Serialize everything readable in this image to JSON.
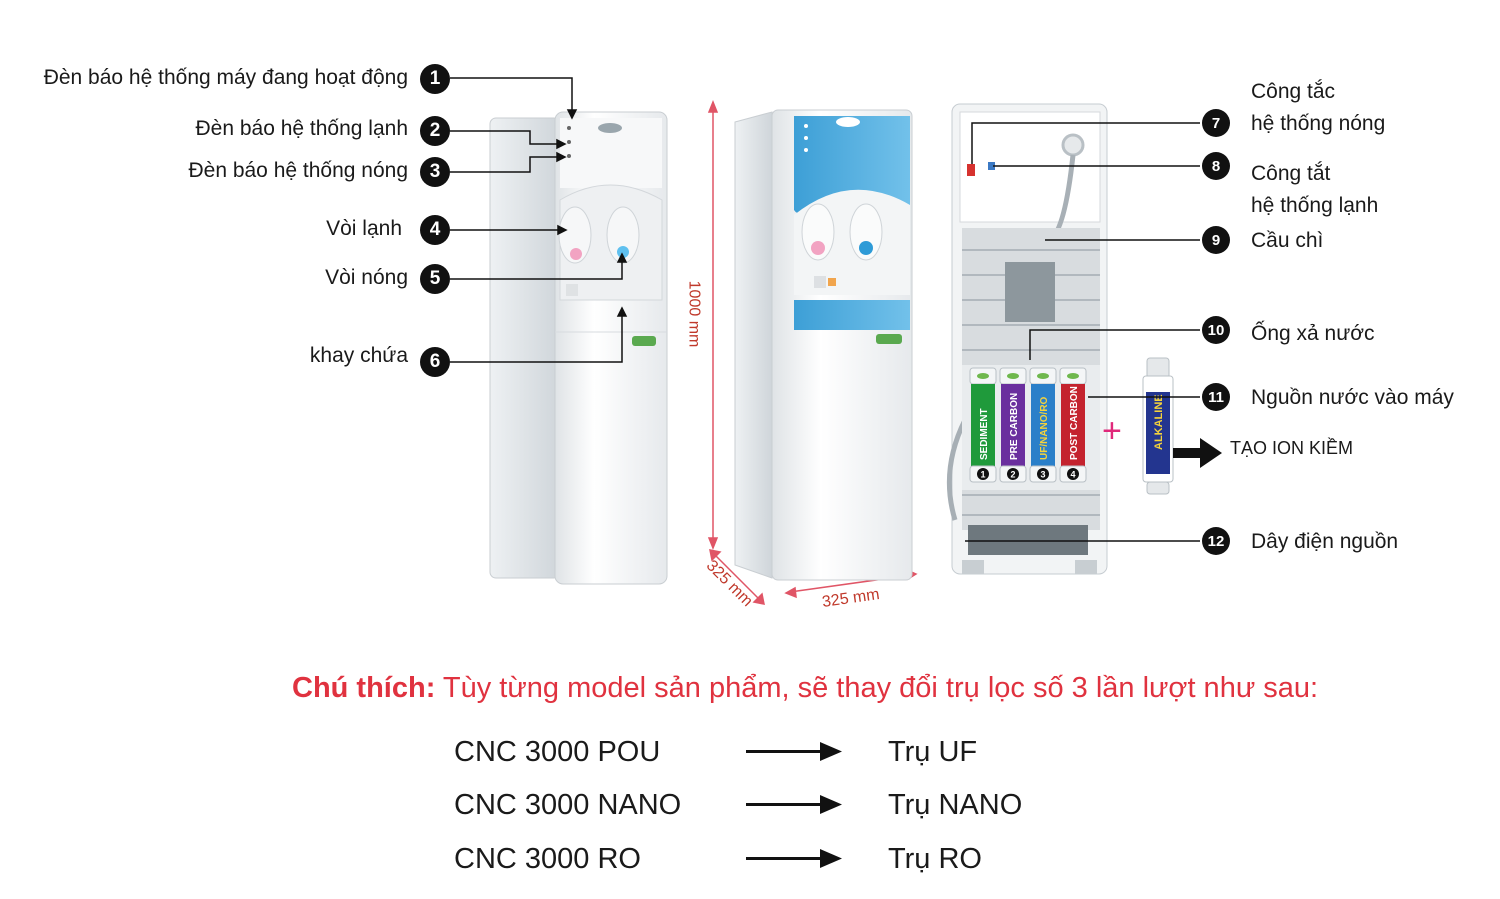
{
  "callouts": {
    "left": [
      {
        "n": "1",
        "label": "Đèn báo hệ thống máy đang hoạt động"
      },
      {
        "n": "2",
        "label": "Đèn báo hệ thống lạnh"
      },
      {
        "n": "3",
        "label": "Đèn báo hệ thống nóng"
      },
      {
        "n": "4",
        "label": "Vòi lạnh"
      },
      {
        "n": "5",
        "label": "Vòi nóng"
      },
      {
        "n": "6",
        "label": "khay chứa"
      }
    ],
    "right": [
      {
        "n": "7",
        "label_line1": "Công tắc",
        "label_line2": "hệ thống nóng"
      },
      {
        "n": "8",
        "label_line1": "Công tắt",
        "label_line2": "hệ thống lạnh"
      },
      {
        "n": "9",
        "label_line1": "Cầu chì",
        "label_line2": ""
      },
      {
        "n": "10",
        "label_line1": "Ống xả nước",
        "label_line2": ""
      },
      {
        "n": "11",
        "label_line1": "Nguồn nước vào máy",
        "label_line2": ""
      },
      {
        "n": "12",
        "label_line1": "Dây điện nguồn",
        "label_line2": ""
      }
    ]
  },
  "dimensions": {
    "height": "1000 mm",
    "depth": "325 mm",
    "width": "325 mm"
  },
  "filters": [
    {
      "name": "SEDIMENT",
      "n": "1",
      "color": "#1f9a3b"
    },
    {
      "name": "PRE CARBON",
      "n": "2",
      "color": "#6a2f9e"
    },
    {
      "name": "UF/NANO/RO",
      "n": "3",
      "color": "#2a7fc9"
    },
    {
      "name": "POST CARBON",
      "n": "4",
      "color": "#c4232e"
    }
  ],
  "extra_filter": {
    "name": "ALKALINE",
    "color": "#23358f"
  },
  "plus_sign": "+",
  "ion_label": "TẠO ION KIỀM",
  "note": {
    "heading": "Chú thích:",
    "text": "Tùy từng model sản phẩm, sẽ thay đổi trụ lọc số 3 lần lượt như sau:"
  },
  "models": [
    {
      "model": "CNC 3000 POU",
      "filter": "Trụ UF"
    },
    {
      "model": "CNC 3000 NANO",
      "filter": "Trụ NANO"
    },
    {
      "model": "CNC 3000 RO",
      "filter": "Trụ RO"
    }
  ],
  "colors": {
    "accent_red": "#e0323f",
    "dimension_red": "#c0392b",
    "blue_panel": "#4aa8da"
  }
}
